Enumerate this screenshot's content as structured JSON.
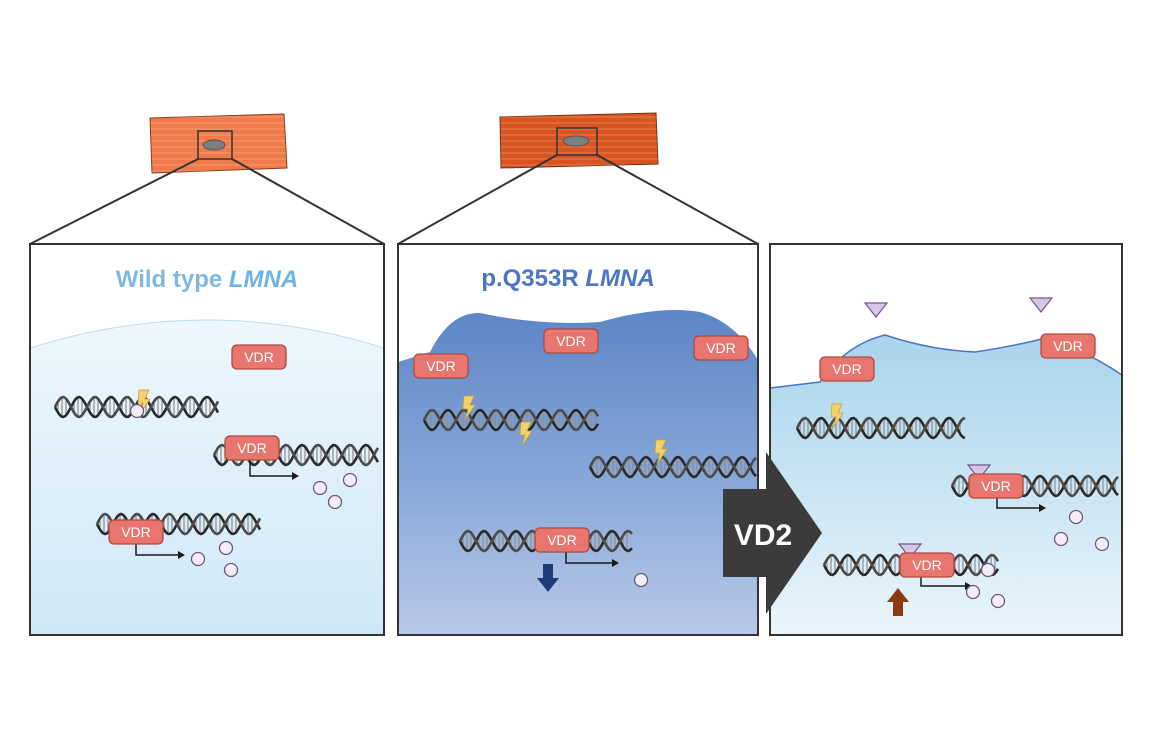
{
  "panels": {
    "wild_type": {
      "title_prefix": "Wild type ",
      "title_gene": "LMNA",
      "prefix_color": "#7fb9e3",
      "gene_color": "#6db3e8"
    },
    "mutant": {
      "title_prefix": "p.Q353R  ",
      "title_gene": "LMNA",
      "title_color": "#4a76c4"
    },
    "treated": {}
  },
  "arrow_label": "VD2",
  "receptor_label": "VDR",
  "colors": {
    "cell_wild_type": "#f07a4a",
    "cell_mutant": "#d9541f",
    "vdr_fill": "#e9756f",
    "vdr_stroke": "#b04a3f",
    "nucleus_wild_type": "#d6ebf8",
    "nucleus_mutant": "#6f95cf",
    "nucleus_treated": "#b3d9ee",
    "down_arrow": "#1f3b7a",
    "up_arrow": "#8b3b12",
    "ligand": "#d9c4ea",
    "damage_bolt": "#f2d26b",
    "transcript_circle": "#f4edf8",
    "vd2_arrow": "#3b3b3b"
  }
}
